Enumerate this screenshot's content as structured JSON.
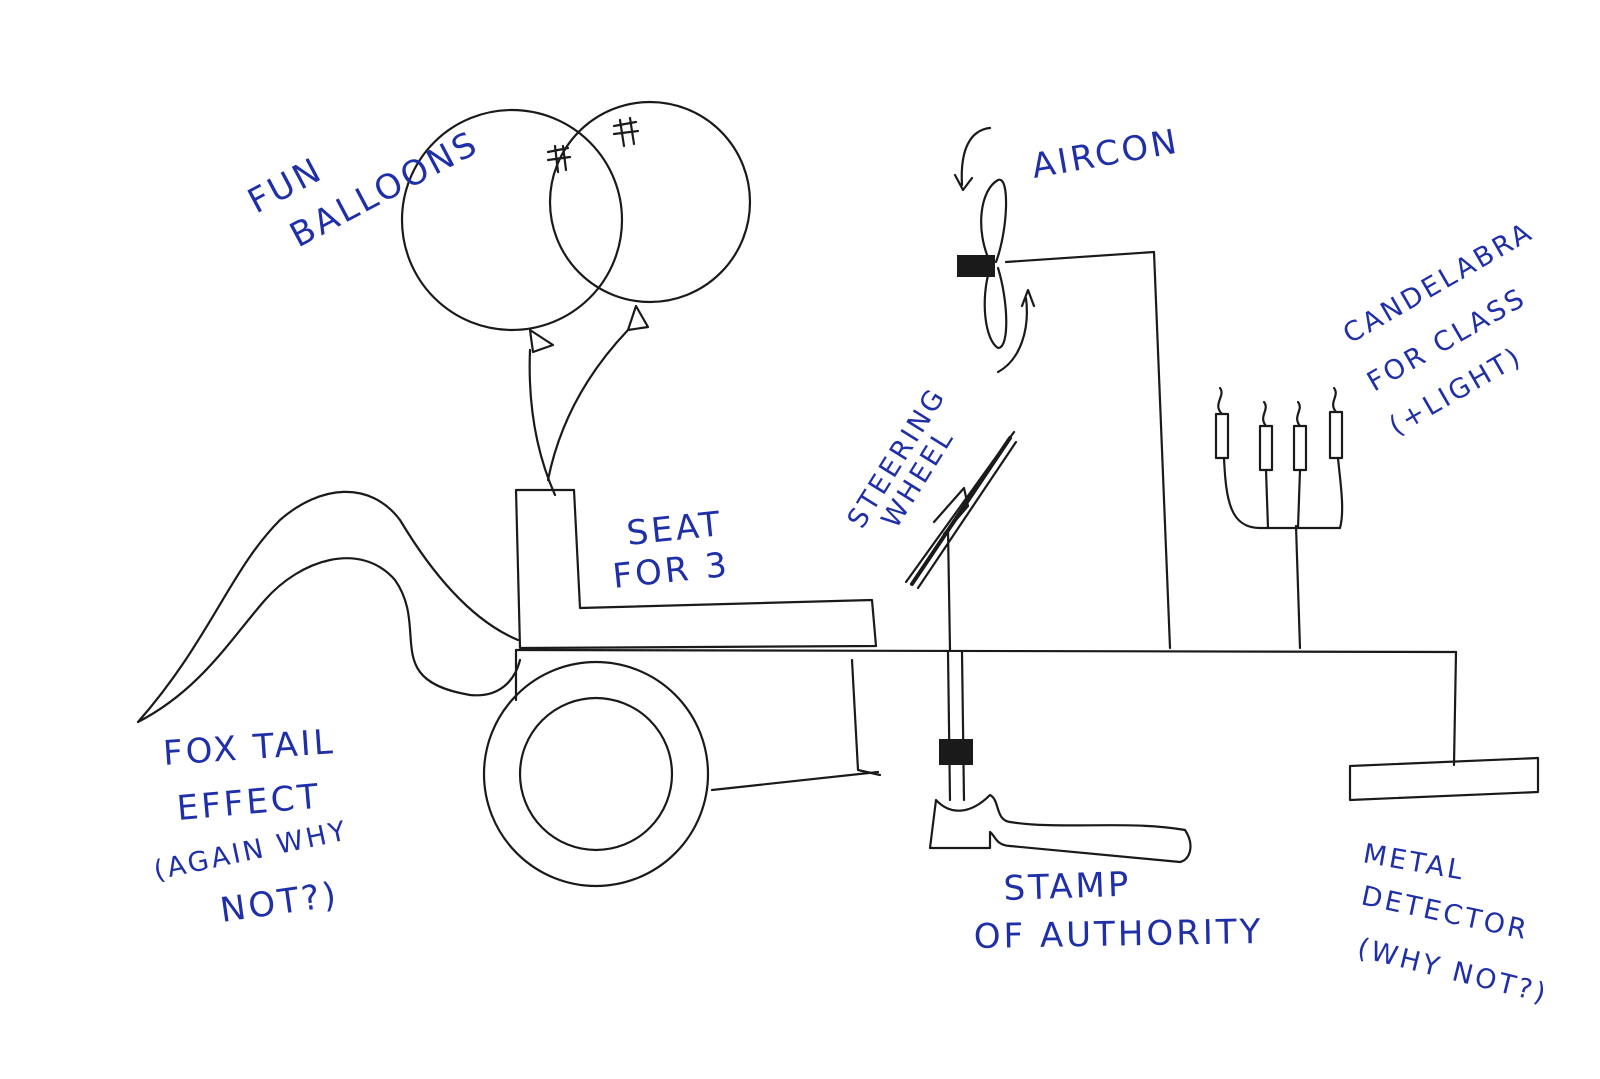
{
  "labels": {
    "fun_balloons": [
      "FUN",
      "BALLOONS"
    ],
    "aircon": "AIRCON",
    "candelabra": [
      "CANDELABRA",
      "FOR CLASS",
      "(+LIGHT)"
    ],
    "steering_wheel": [
      "STEERING",
      "WHEEL"
    ],
    "seat": [
      "SEAT",
      "FOR 3"
    ],
    "fox_tail": [
      "FOX TAIL",
      "EFFECT",
      "(AGAIN WHY",
      "NOT?)"
    ],
    "stamp": [
      "STAMP",
      "OF AUTHORITY"
    ],
    "metal_detector": [
      "METAL",
      "DETECTOR",
      "(WHY NOT?)"
    ]
  },
  "colors": {
    "ink": "#1a1a1a",
    "annotation": "#1f2fa8",
    "background": "#ffffff"
  }
}
